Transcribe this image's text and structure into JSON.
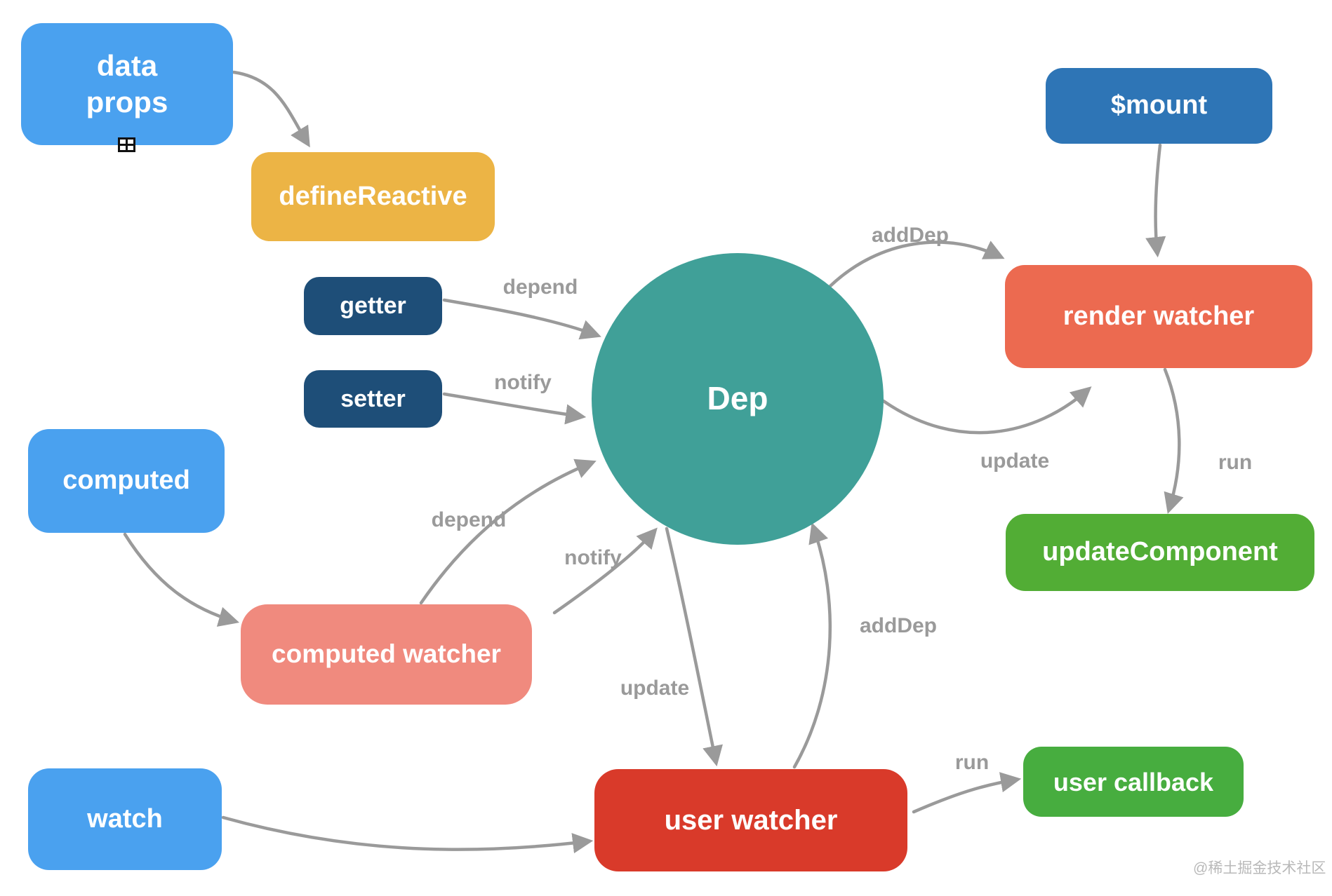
{
  "colors": {
    "background": "#ffffff",
    "arrow": "#9a9a9a",
    "edge_label": "#9a9a9a",
    "watermark": "#b9b9b9",
    "node_text": "#ffffff"
  },
  "nodes": {
    "data_props": {
      "lines": [
        "data",
        "props"
      ],
      "color": "#4aa1ef"
    },
    "define_reactive": {
      "label": "defineReactive",
      "color": "#ecb445"
    },
    "getter": {
      "label": "getter",
      "color": "#1e4e78"
    },
    "setter": {
      "label": "setter",
      "color": "#1e4e78"
    },
    "computed": {
      "label": "computed",
      "color": "#4aa1ef"
    },
    "computed_watcher": {
      "label": "computed watcher",
      "color": "#f08a7e"
    },
    "watch": {
      "label": "watch",
      "color": "#4aa1ef"
    },
    "dep": {
      "label": "Dep",
      "color": "#40a098"
    },
    "mount": {
      "label": "$mount",
      "color": "#2e75b6"
    },
    "render_watcher": {
      "label": "render watcher",
      "color": "#ec6a50"
    },
    "update_component": {
      "label": "updateComponent",
      "color": "#52ad35"
    },
    "user_watcher": {
      "label": "user watcher",
      "color": "#d93a2a"
    },
    "user_callback": {
      "label": "user callback",
      "color": "#47ad3f"
    }
  },
  "edge_labels": {
    "getter_to_dep": {
      "label": "depend"
    },
    "setter_to_dep": {
      "label": "notify"
    },
    "dep_to_render_adddep": {
      "label": "addDep"
    },
    "dep_to_render_update": {
      "label": "update"
    },
    "render_to_updatecomponent": {
      "label": "run"
    },
    "computed_watcher_to_dep_depend": {
      "label": "depend"
    },
    "computed_watcher_to_dep_notify": {
      "label": "notify"
    },
    "dep_to_user_watcher_update": {
      "label": "update"
    },
    "user_watcher_to_dep_adddep": {
      "label": "addDep"
    },
    "user_watcher_to_callback_run": {
      "label": "run"
    }
  },
  "icons": {
    "cursor": "plus-in-square"
  },
  "watermark": {
    "text": "@稀土掘金技术社区"
  }
}
